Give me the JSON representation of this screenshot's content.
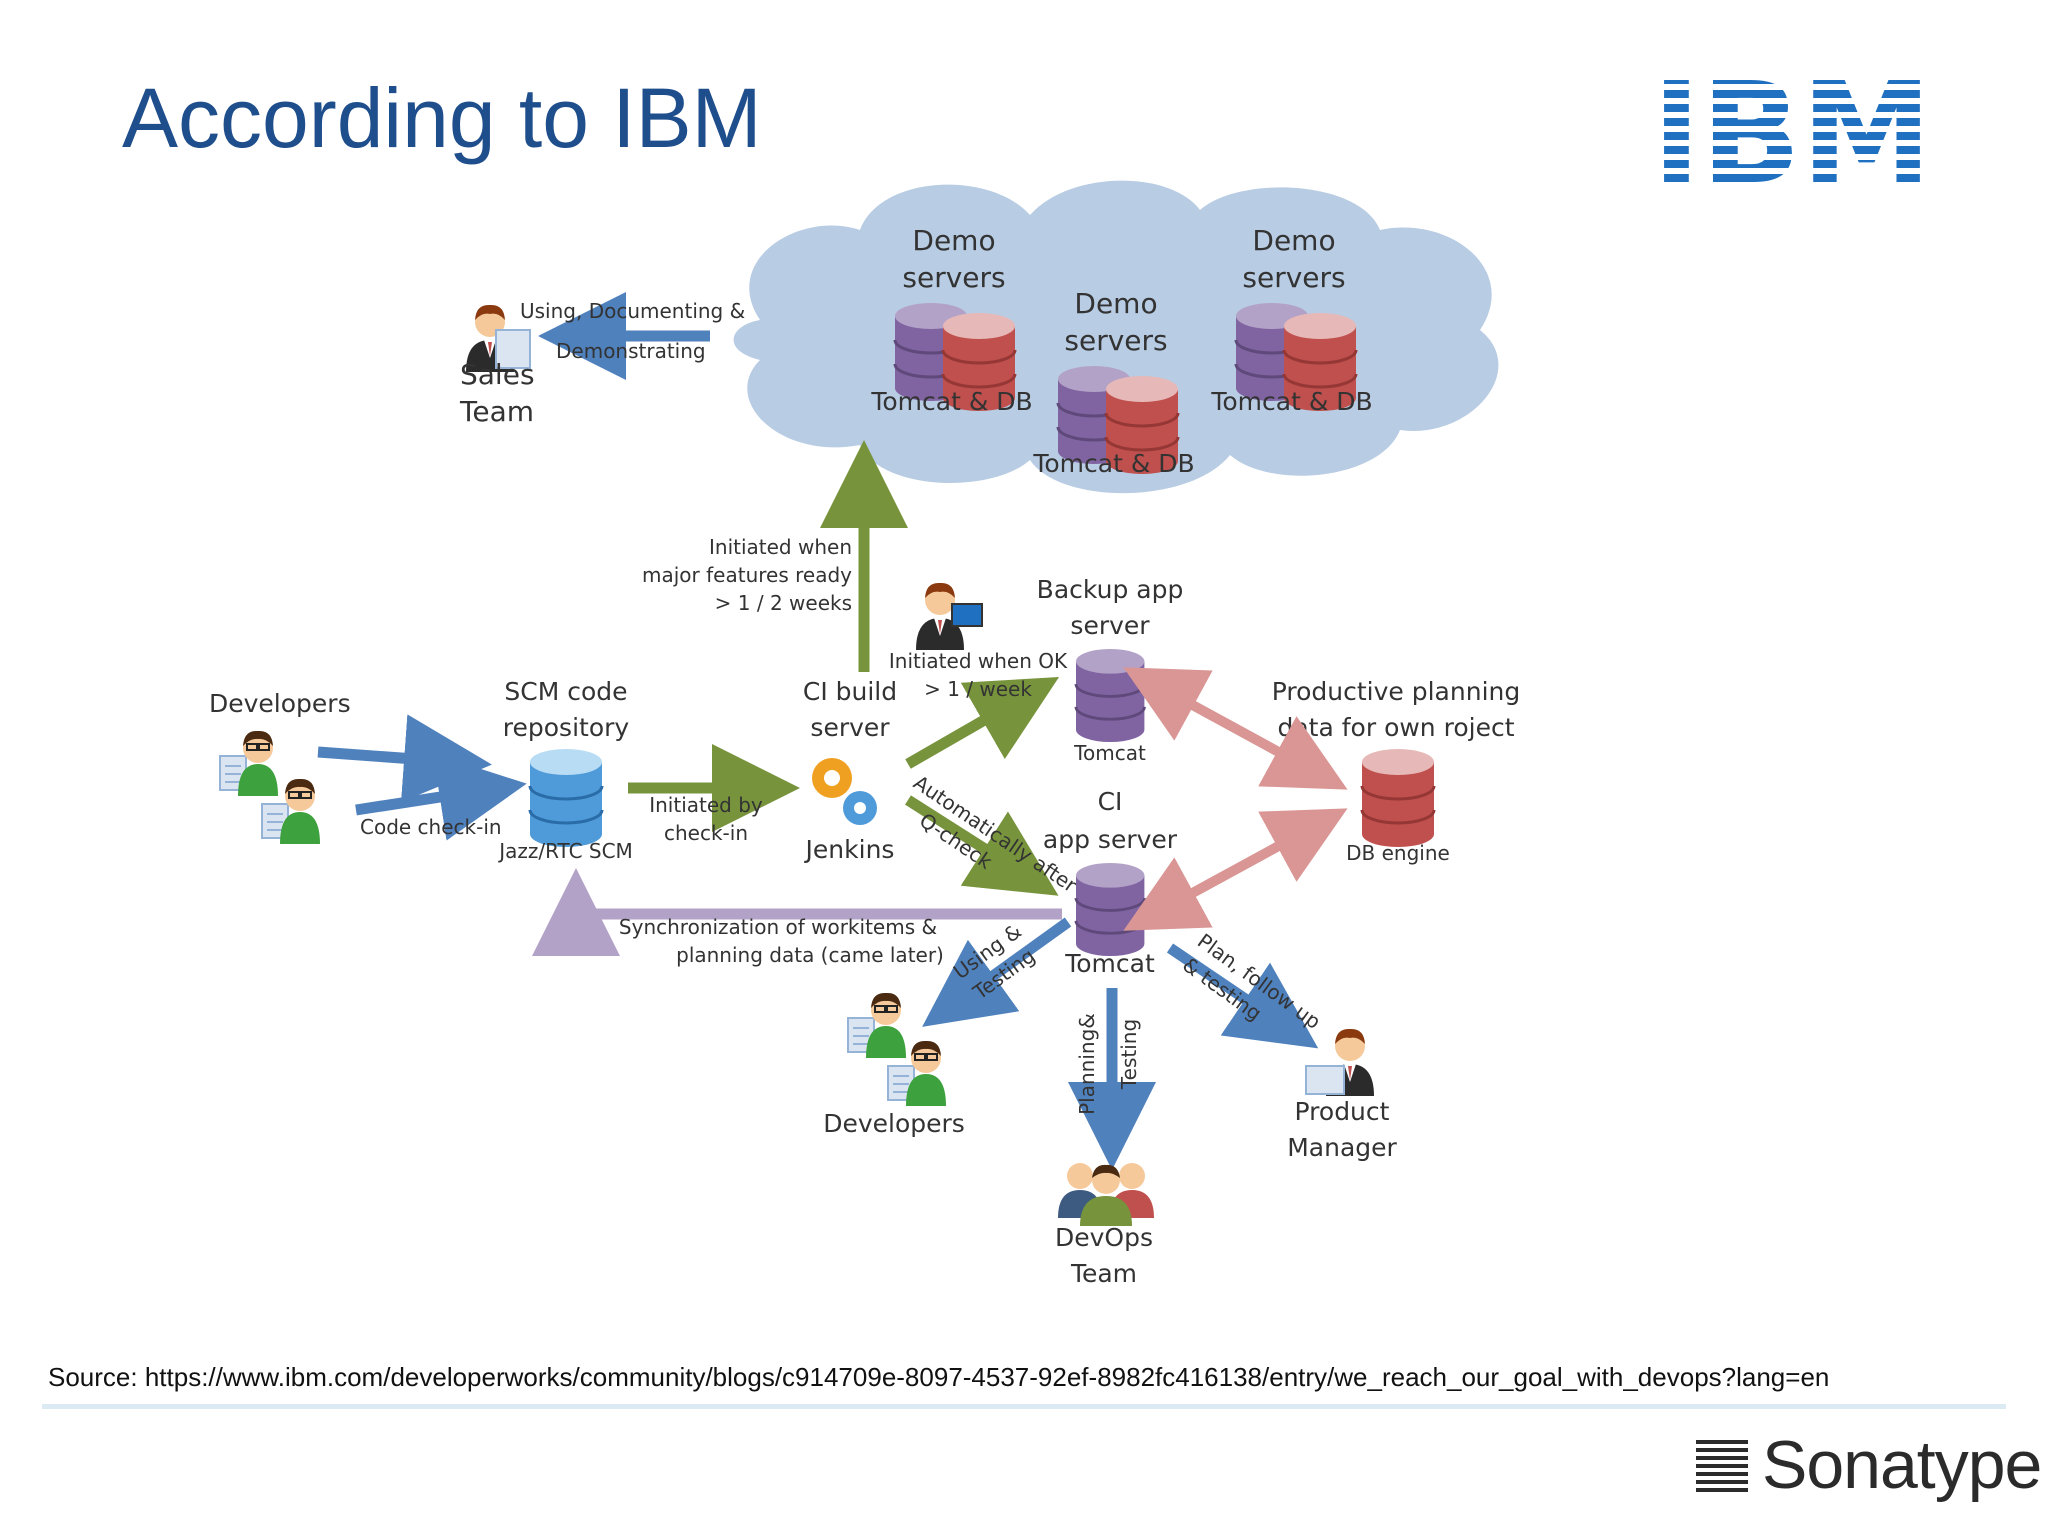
{
  "slide": {
    "title": "According to IBM",
    "ibm_logo_text": "IBM",
    "source": "Source:  https://www.ibm.com/developerworks/community/blogs/c914709e-8097-4537-92ef-8982fc416138/entry/we_reach_our_goal_with_devops?lang=en",
    "footer_brand": "Sonatype"
  },
  "diagram": {
    "cloud": {
      "server1": {
        "line1": "Demo",
        "line2": "servers",
        "caption": "Tomcat & DB"
      },
      "server2": {
        "line1": "Demo",
        "line2": "servers",
        "caption": "Tomcat & DB"
      },
      "server3": {
        "line1": "Demo",
        "line2": "servers",
        "caption": "Tomcat & DB"
      }
    },
    "sales": {
      "line1": "Sales",
      "line2": "Team",
      "arrow_line1": "Using, Documenting &",
      "arrow_line2": "Demonstrating"
    },
    "developers_left": {
      "label": "Developers",
      "arrow_label": "Code check-in"
    },
    "scm": {
      "line1": "SCM code",
      "line2": "repository",
      "caption": "Jazz/RTC SCM"
    },
    "ci_build": {
      "line1": "CI build",
      "line2": "server",
      "caption": "Jenkins",
      "arrow_in_line1": "Initiated by",
      "arrow_in_line2": "check-in"
    },
    "demo_trigger": {
      "line1": "Initiated when",
      "line2": "major features ready",
      "line3": "> 1 / 2 weeks"
    },
    "backup": {
      "line1": "Backup app",
      "line2": "server",
      "caption": "Tomcat",
      "trigger_line1": "Initiated when OK",
      "trigger_line2": "> 1 / week"
    },
    "ci_app": {
      "line1": "CI",
      "line2": "app server",
      "caption": "Tomcat",
      "trigger_line1": "Automatically after",
      "trigger_line2": "Q-check"
    },
    "planning": {
      "line1": "Productive planning",
      "line2": "data for own roject",
      "caption": "DB engine"
    },
    "sync": {
      "line1": "Synchronization of workitems &",
      "line2": "planning data (came later)"
    },
    "developers_bottom": {
      "label": "Developers",
      "arrow_line1": "Using &",
      "arrow_line2": "Testing"
    },
    "devops": {
      "line1": "DevOps",
      "line2": "Team",
      "arrow_line1": "Planning&",
      "arrow_line2": "Testing"
    },
    "pm": {
      "line1": "Product",
      "line2": "Manager",
      "arrow_line1": "Plan, follow up",
      "arrow_line2": "& testing"
    }
  },
  "colors": {
    "title": "#1f4e8c",
    "ibm_blue": "#1f70c1",
    "cloud": "#b8cce4",
    "arrow_blue": "#4f81bd",
    "arrow_green": "#77933c",
    "arrow_pink": "#d99694",
    "arrow_lavender": "#b3a2c7",
    "db_purple": "#8064a2",
    "db_red": "#c0504d",
    "db_blue": "#4f9bd9"
  }
}
